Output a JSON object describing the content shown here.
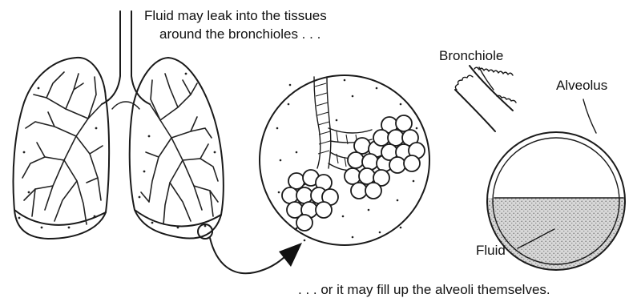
{
  "labels": {
    "caption_top_line1": "Fluid may leak into the tissues",
    "caption_top_line2": "around the bronchioles . . .",
    "caption_bottom": ". . . or it may fill up the alveoli themselves.",
    "bronchiole": "Bronchiole",
    "alveolus": "Alveolus",
    "fluid": "Fluid"
  }
}
